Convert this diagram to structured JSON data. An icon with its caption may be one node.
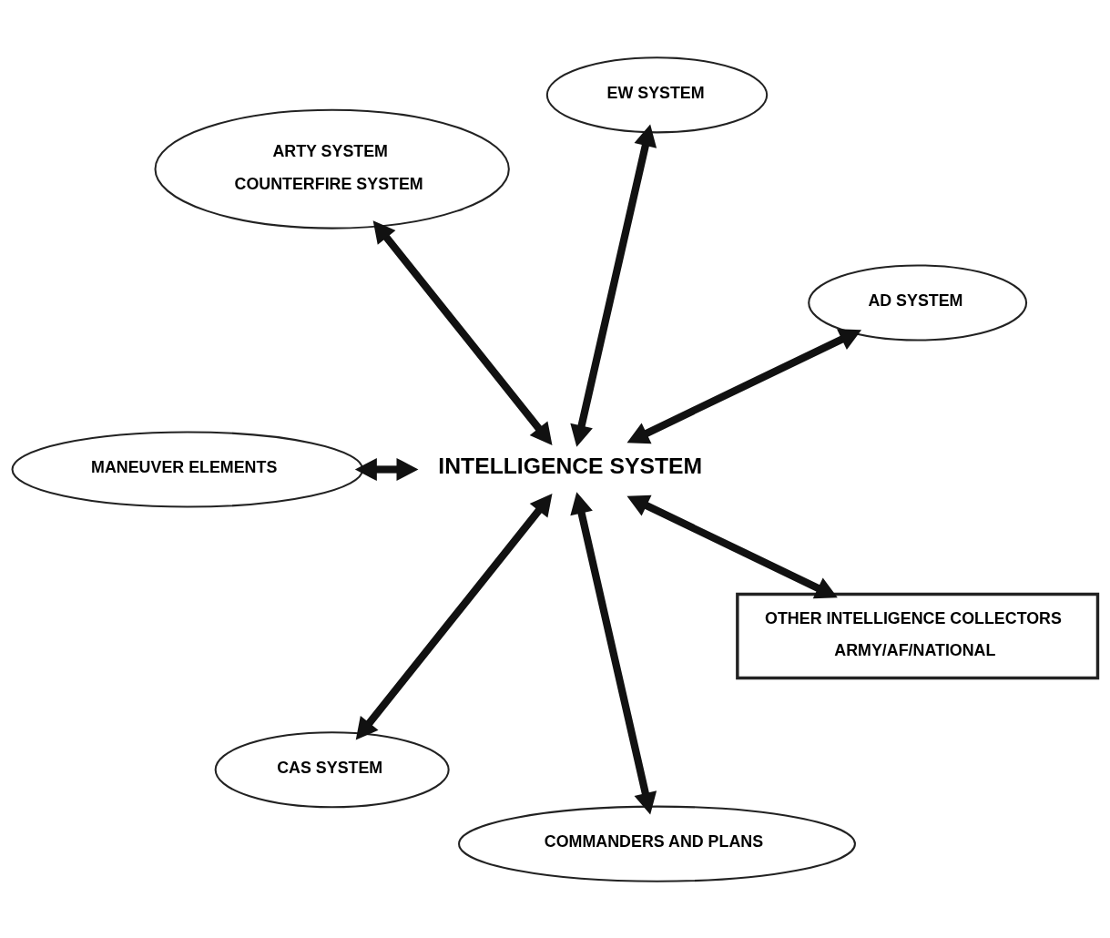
{
  "diagram": {
    "nodes": [
      {
        "text": [
          "AD SYSTEM"
        ]
      },
      {
        "text": [
          "EW SYSTEM"
        ]
      },
      {
        "text": [
          "ARTY SYSTEM",
          "COUNTERFIRE SYSTEM"
        ]
      },
      {
        "text": [
          "INTELLIGENCE SYSTEM"
        ]
      },
      {
        "text": [
          "MANEUVER ELEMENTS"
        ]
      },
      {
        "text": [
          "CAS SYSTEM"
        ]
      },
      {
        "text": [
          "COMMANDERS AND PLANS"
        ]
      },
      {
        "text": [
          "OTHER INTELLIGENCE COLLECTORS",
          "ARMY/AF/NATIONAL"
        ]
      }
    ],
    "edges": [
      {
        "from": 3,
        "to": 0,
        "arrow": "both"
      },
      {
        "from": 3,
        "to": 1,
        "arrow": "both"
      },
      {
        "from": 3,
        "to": 2,
        "arrow": "both"
      },
      {
        "from": 3,
        "to": 4,
        "arrow": "both"
      },
      {
        "from": 3,
        "to": 5,
        "arrow": "both"
      },
      {
        "from": 3,
        "to": 6,
        "arrow": "both"
      },
      {
        "from": 3,
        "to": 7,
        "arrow": "both"
      }
    ]
  }
}
